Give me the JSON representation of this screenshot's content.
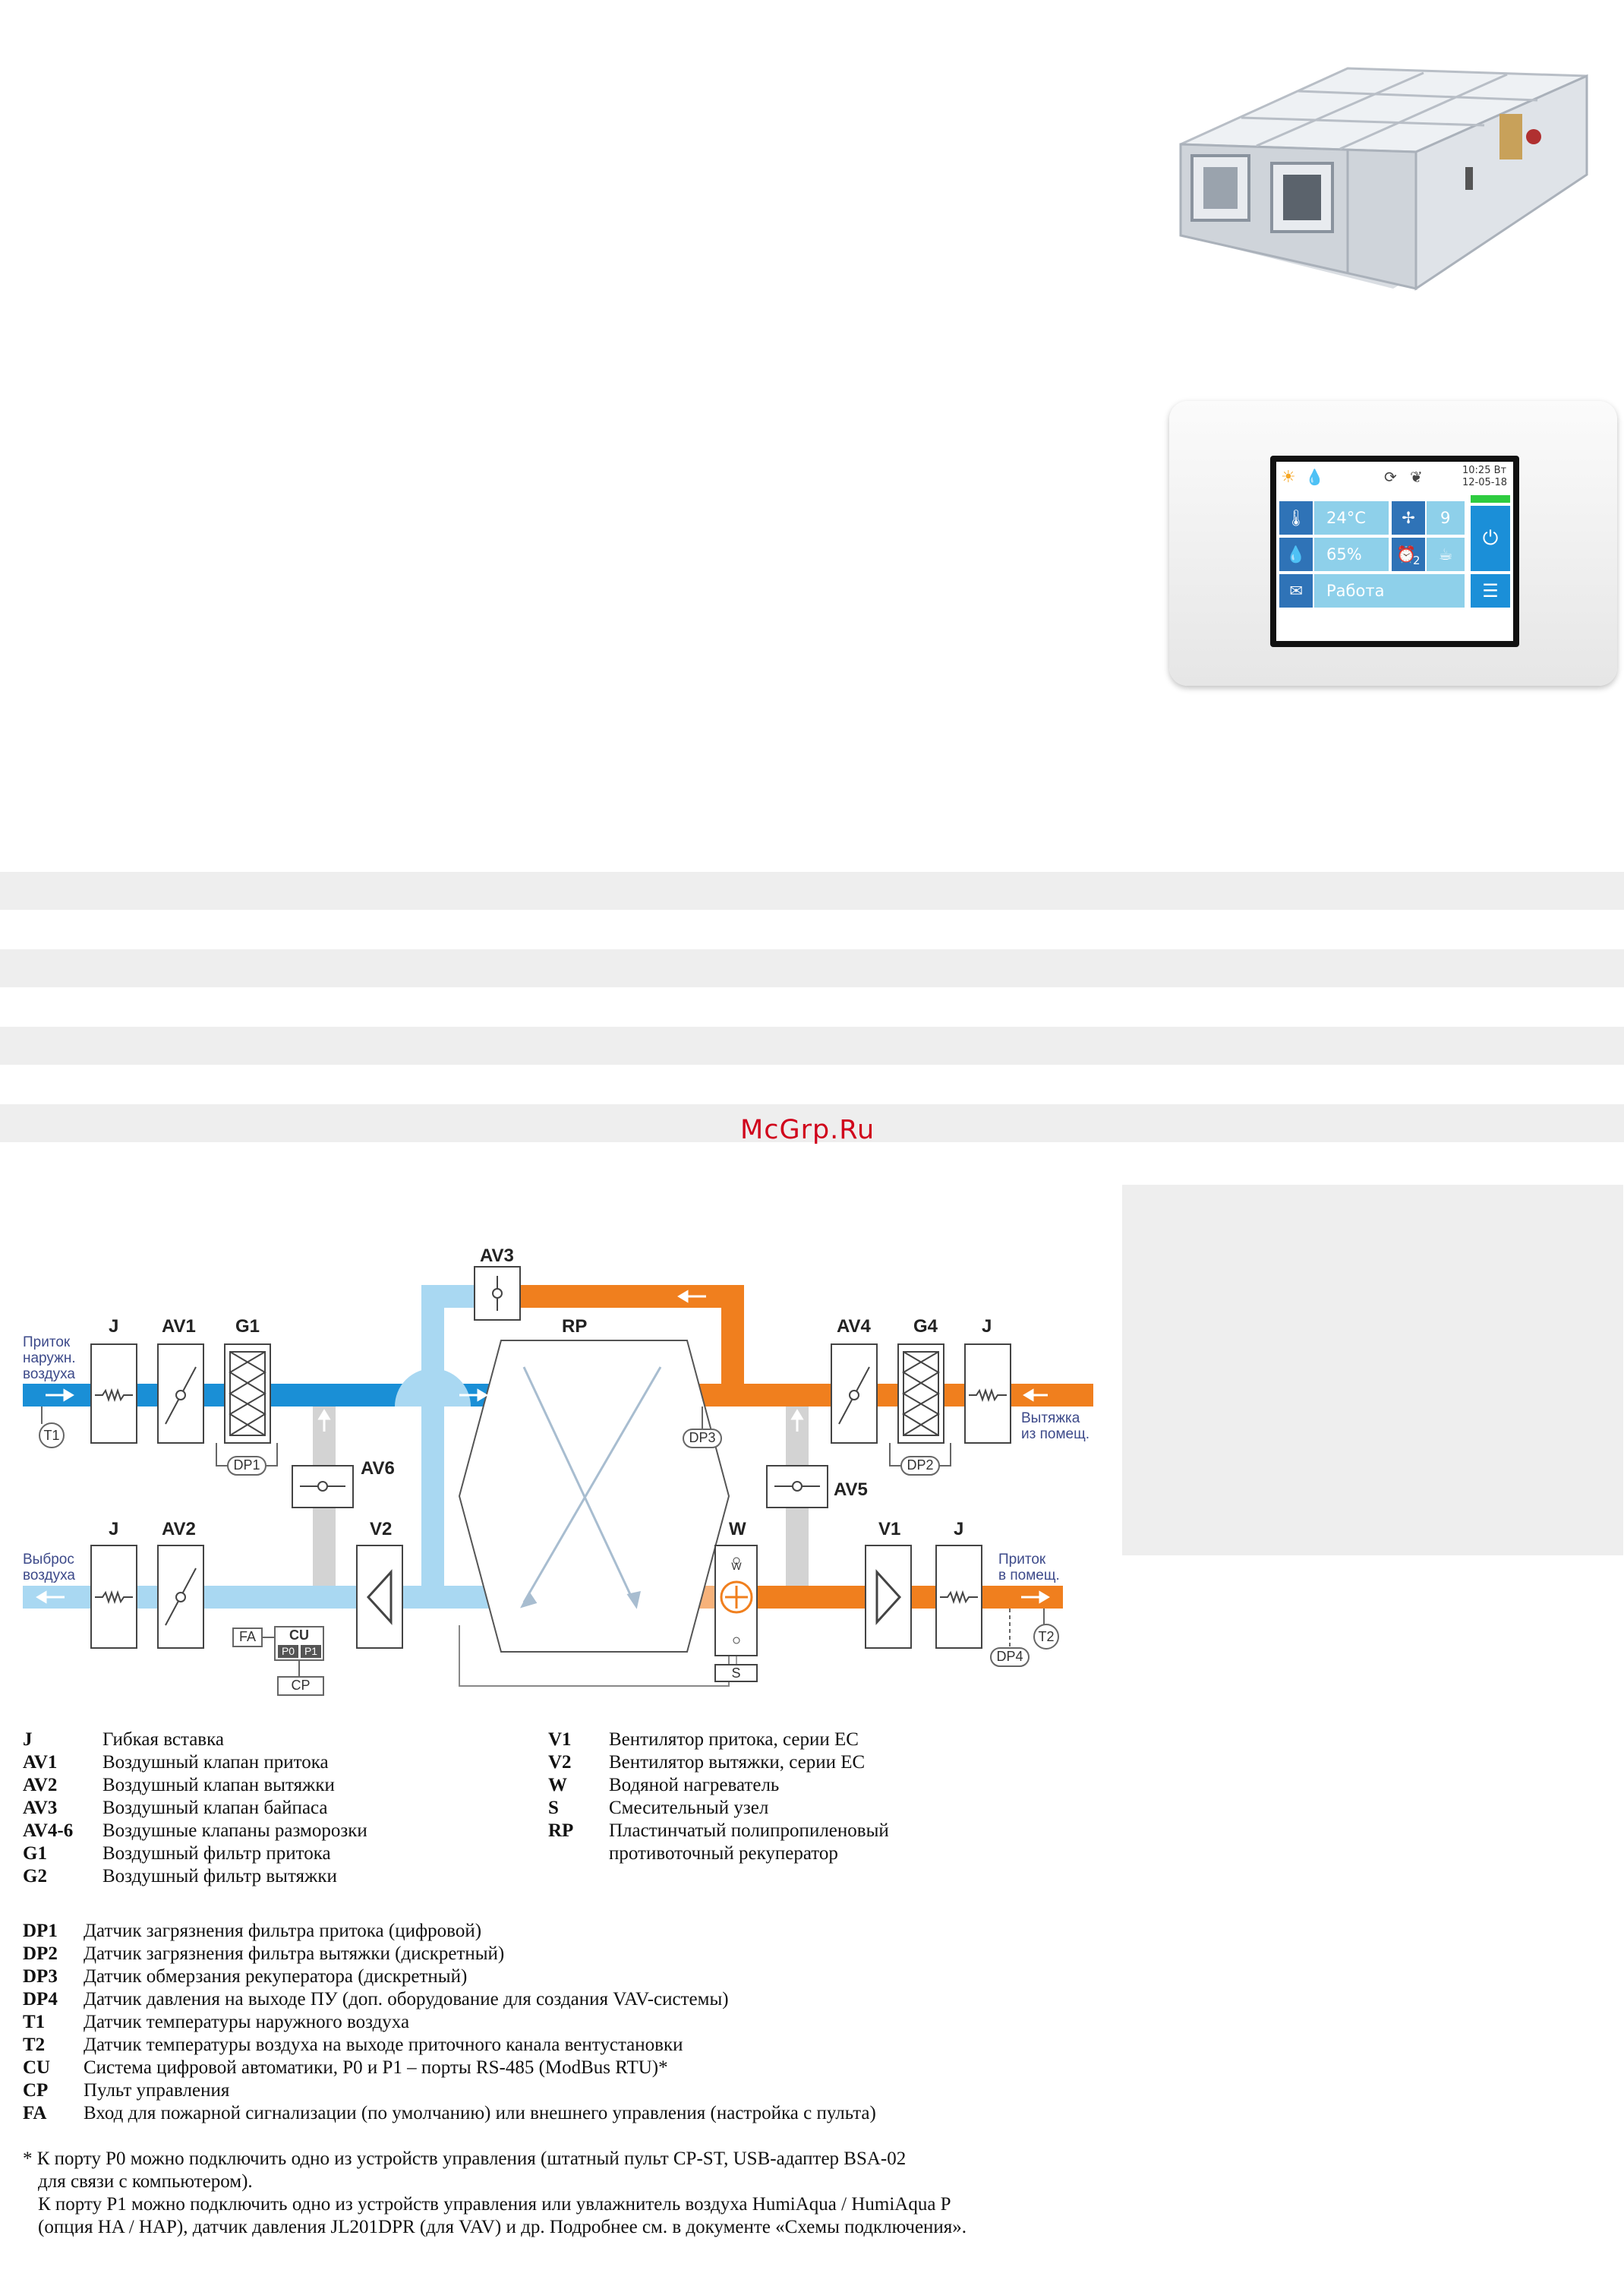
{
  "watermark": "McGrp.Ru",
  "controller": {
    "time": "10:25 Вт",
    "date": "12-05-18",
    "temperature": "24°C",
    "fan_speed": "9",
    "humidity": "65%",
    "timer_index": "2",
    "status": "Работа"
  },
  "diagram": {
    "labels": {
      "av3": "AV3",
      "rp": "RP",
      "j_top_left": "J",
      "av1": "AV1",
      "g1": "G1",
      "av4": "AV4",
      "g4": "G4",
      "j_top_right": "J",
      "av6": "AV6",
      "av5": "AV5",
      "j_bottom_left": "J",
      "av2": "AV2",
      "v2": "V2",
      "w": "W",
      "v1": "V1",
      "j_bottom_right": "J",
      "t1": "T1",
      "t2": "T2",
      "dp1": "DP1",
      "dp2": "DP2",
      "dp3": "DP3",
      "dp4": "DP4",
      "fa": "FA",
      "cu": "CU",
      "p0": "P0",
      "p1": "P1",
      "cp": "CP",
      "s": "S",
      "w_small": "W"
    },
    "flows": {
      "intake_line1": "Приток",
      "intake_line2": "наружн.",
      "intake_line3": "воздуха",
      "exhaust_in_line1": "Вытяжка",
      "exhaust_in_line2": "из помещ.",
      "discharge_line1": "Выброс",
      "discharge_line2": "воздуха",
      "supply_line1": "Приток",
      "supply_line2": "в помещ."
    }
  },
  "legend_left": [
    {
      "code": "J",
      "text": "Гибкая вставка"
    },
    {
      "code": "AV1",
      "text": "Воздушный клапан притока"
    },
    {
      "code": "AV2",
      "text": "Воздушный клапан вытяжки"
    },
    {
      "code": "AV3",
      "text": "Воздушный клапан байпаса"
    },
    {
      "code": "AV4-6",
      "text": "Воздушные клапаны разморозки"
    },
    {
      "code": "G1",
      "text": "Воздушный фильтр притока"
    },
    {
      "code": "G2",
      "text": "Воздушный фильтр вытяжки"
    }
  ],
  "legend_right": [
    {
      "code": "V1",
      "text": "Вентилятор притока, серии EC"
    },
    {
      "code": "V2",
      "text": "Вентилятор вытяжки, серии EC"
    },
    {
      "code": "W",
      "text": "Водяной нагреватель"
    },
    {
      "code": "S",
      "text": "Смесительный узел"
    },
    {
      "code": "RP",
      "text": "Пластинчатый полипропиленовый"
    },
    {
      "code": "",
      "text": "противоточный рекуператор"
    }
  ],
  "legend_sensors": [
    {
      "code": "DP1",
      "text": "Датчик загрязнения фильтра притока (цифровой)"
    },
    {
      "code": "DP2",
      "text": "Датчик загрязнения фильтра вытяжки (дискретный)"
    },
    {
      "code": "DP3",
      "text": "Датчик обмерзания рекуператора (дискретный)"
    },
    {
      "code": "DP4",
      "text": "Датчик давления на выходе ПУ (доп. оборудование для создания VAV-системы)"
    },
    {
      "code": "T1",
      "text": "Датчик температуры наружного воздуха"
    },
    {
      "code": "T2",
      "text": "Датчик температуры воздуха на выходе приточного канала вентустановки"
    },
    {
      "code": "CU",
      "text": "Система цифровой автоматики, P0 и P1 – порты RS-485 (ModBus RTU)*"
    },
    {
      "code": "CP",
      "text": "Пульт управления"
    },
    {
      "code": "FA",
      "text": "Вход для пожарной сигнализации (по умолчанию) или внешнего управления (настройка с пульта)"
    }
  ],
  "footnote": {
    "line1": "* К порту P0 можно подключить одно из устройств управления (штатный пульт CP-ST, USB-адаптер BSA-02",
    "line2": "для связи с компьютером).",
    "line3": "К порту P1 можно подключить одно из устройств управления или увлажнитель воздуха HumiAqua /  HumiAqua P",
    "line4": "(опция HA / HAP), датчик давления JL201DPR (для VAV) и др. Подробнее см. в документе «Схемы подключения»."
  },
  "colors": {
    "supply_blue": "#1a8fd6",
    "light_blue": "#a9d8f2",
    "orange": "#f07f1e",
    "light_orange": "#f7b27a",
    "grey_duct": "#d3d3d3"
  }
}
